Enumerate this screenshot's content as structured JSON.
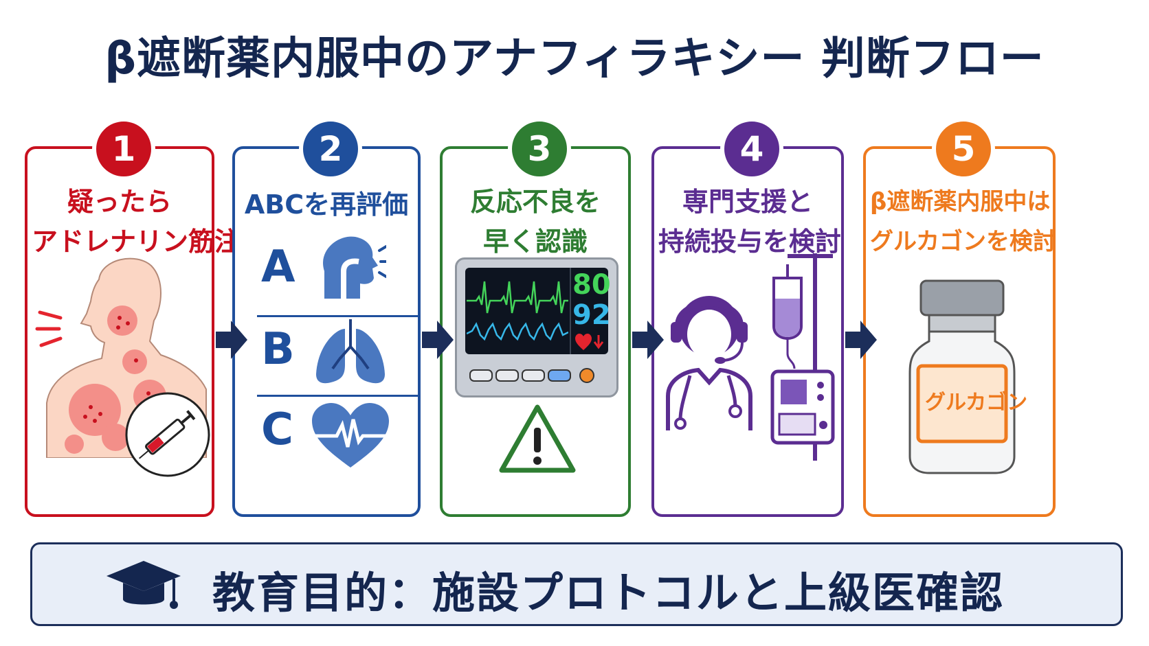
{
  "title": "β遮断薬内服中のアナフィラキシー 判断フロー",
  "steps": [
    {
      "number": "1",
      "lines": [
        "疑ったら",
        "アドレナリン筋注"
      ],
      "color": "#c8101e"
    },
    {
      "number": "2",
      "lines": [
        "ABCを再評価"
      ],
      "color": "#1f4f9c",
      "abc": [
        "A",
        "B",
        "C"
      ]
    },
    {
      "number": "3",
      "lines": [
        "反応不良を",
        "早く認識"
      ],
      "color": "#2e7d32",
      "monitor": {
        "hr": "80",
        "spo2": "92"
      }
    },
    {
      "number": "4",
      "lines": [
        "専門支援と",
        "持続投与を検討"
      ],
      "color": "#5b2d91"
    },
    {
      "number": "5",
      "lines": [
        "β遮断薬内服中は",
        "グルカゴンを検討"
      ],
      "color": "#ee7a1e",
      "vial_label": "グルカゴン"
    }
  ],
  "footer": {
    "text": "教育目的：施設プロトコルと上級医確認"
  },
  "colors": {
    "navy": "#14264f",
    "arrow": "#1c2e5a"
  }
}
